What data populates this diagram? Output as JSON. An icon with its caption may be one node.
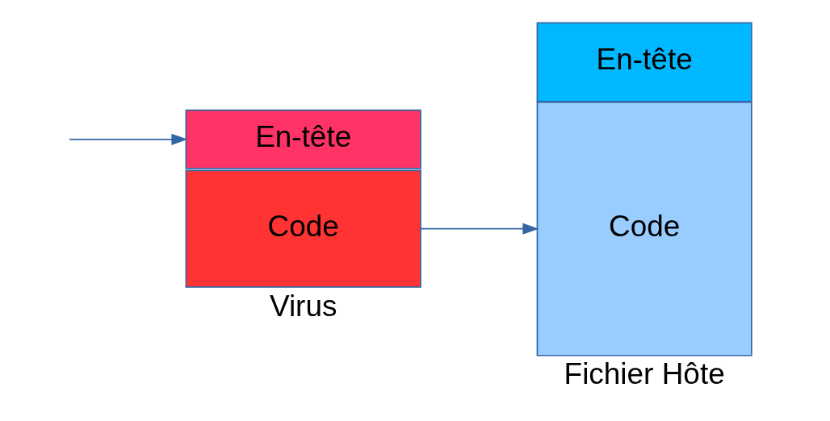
{
  "diagram": {
    "nodes": [
      {
        "text": [
          "En-tête"
        ]
      },
      {
        "text": [
          "Code"
        ],
        "beside": [
          "Virus"
        ]
      },
      {
        "text": [
          "En-tête"
        ]
      },
      {
        "text": [
          "Code"
        ],
        "beside": [
          "Fichier Hôte"
        ]
      }
    ],
    "edges": [
      {
        "from": null,
        "to": 0,
        "arrow": "to"
      },
      {
        "from": 1,
        "to": 3,
        "arrow": "to"
      }
    ]
  }
}
